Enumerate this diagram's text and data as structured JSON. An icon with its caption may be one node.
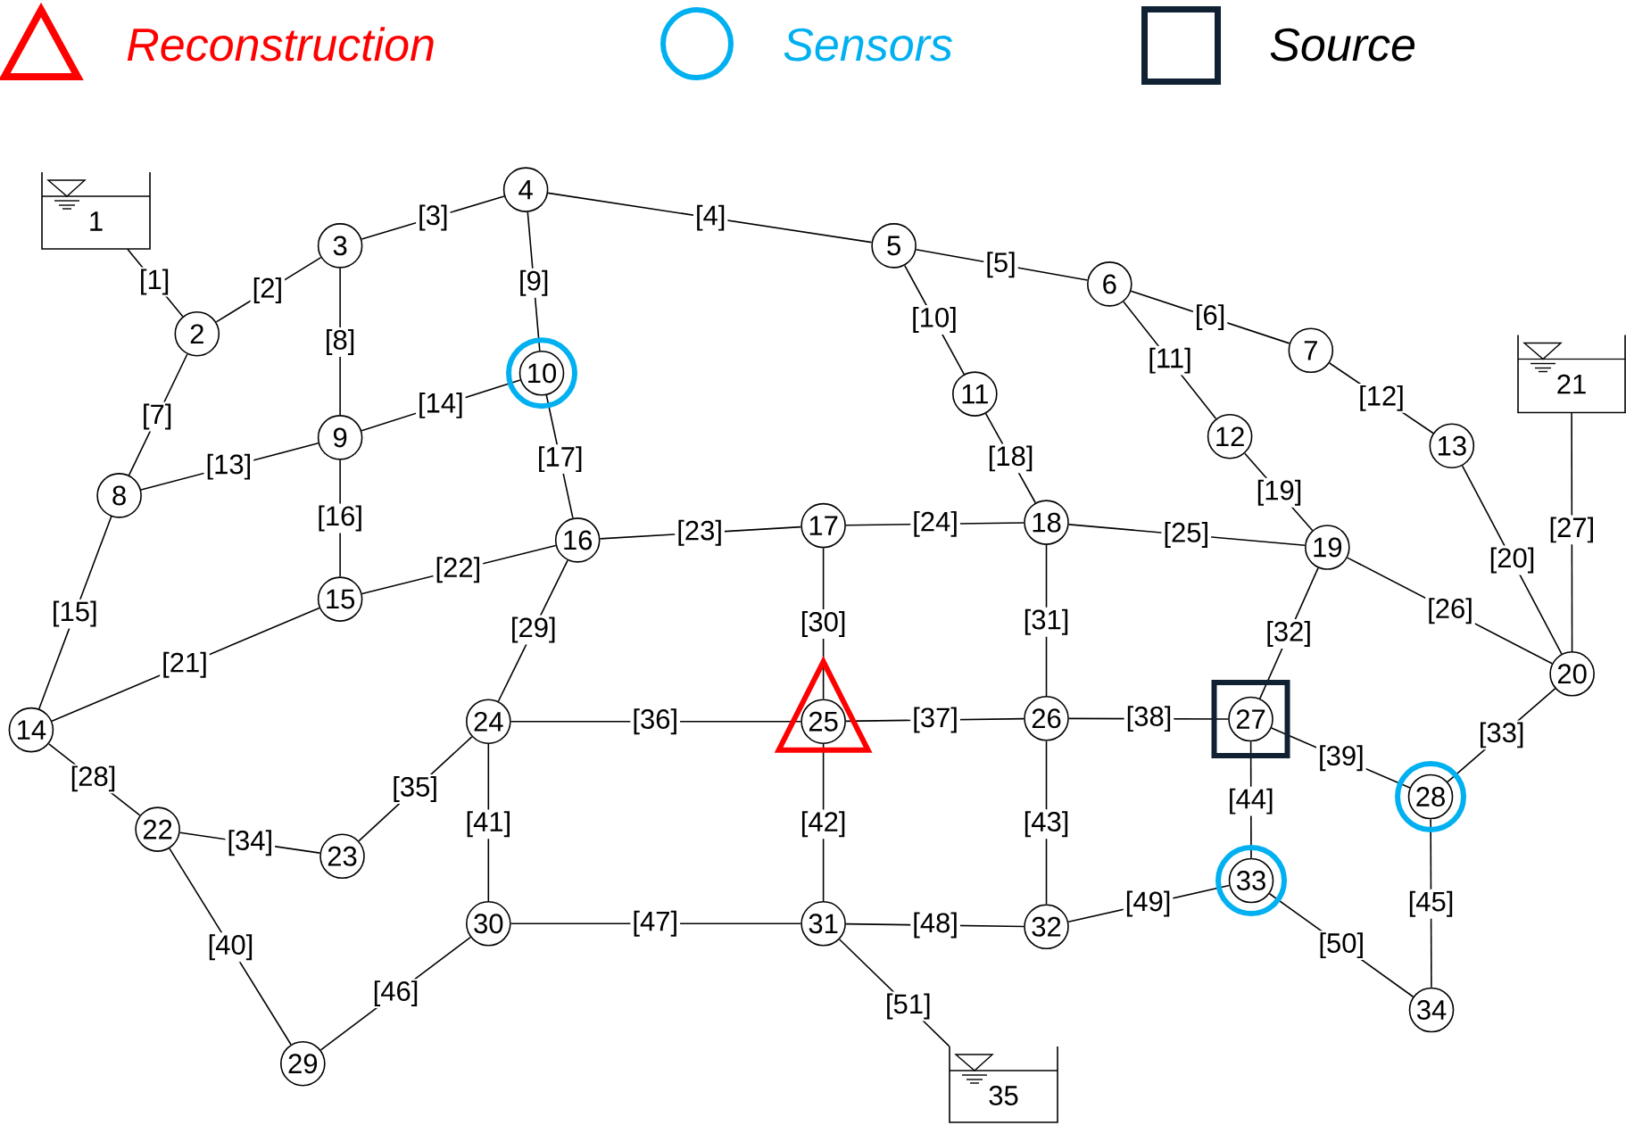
{
  "diagram": {
    "nodes": [
      {
        "text": [
          "1"
        ]
      },
      {
        "text": [
          "2"
        ]
      },
      {
        "text": [
          "3"
        ]
      },
      {
        "text": [
          "4"
        ]
      },
      {
        "text": [
          "5"
        ]
      },
      {
        "text": [
          "6"
        ]
      },
      {
        "text": [
          "7"
        ]
      },
      {
        "text": [
          "8"
        ]
      },
      {
        "text": [
          "9"
        ]
      },
      {
        "text": [
          "10"
        ]
      },
      {
        "text": [
          "11"
        ]
      },
      {
        "text": [
          "12"
        ]
      },
      {
        "text": [
          "13"
        ]
      },
      {
        "text": [
          "14"
        ]
      },
      {
        "text": [
          "15"
        ]
      },
      {
        "text": [
          "16"
        ]
      },
      {
        "text": [
          "17"
        ]
      },
      {
        "text": [
          "18"
        ]
      },
      {
        "text": [
          "19"
        ]
      },
      {
        "text": [
          "20"
        ]
      },
      {
        "text": [
          "21"
        ]
      },
      {
        "text": [
          "22"
        ]
      },
      {
        "text": [
          "23"
        ]
      },
      {
        "text": [
          "24"
        ]
      },
      {
        "text": [
          "25"
        ]
      },
      {
        "text": [
          "26"
        ]
      },
      {
        "text": [
          "27"
        ]
      },
      {
        "text": [
          "28"
        ]
      },
      {
        "text": [
          "29"
        ]
      },
      {
        "text": [
          "30"
        ]
      },
      {
        "text": [
          "31"
        ]
      },
      {
        "text": [
          "32"
        ]
      },
      {
        "text": [
          "33"
        ]
      },
      {
        "text": [
          "34"
        ]
      },
      {
        "text": [
          "35"
        ]
      }
    ],
    "edges": [
      {
        "from": 0,
        "to": 1,
        "arrow": "none",
        "label": "[1]"
      },
      {
        "from": 1,
        "to": 2,
        "arrow": "none",
        "label": "[2]"
      },
      {
        "from": 2,
        "to": 3,
        "arrow": "none",
        "label": "[3]"
      },
      {
        "from": 3,
        "to": 4,
        "arrow": "none",
        "label": "[4]"
      },
      {
        "from": 4,
        "to": 5,
        "arrow": "none",
        "label": "[5]"
      },
      {
        "from": 5,
        "to": 6,
        "arrow": "none",
        "label": "[6]"
      },
      {
        "from": 1,
        "to": 7,
        "arrow": "none",
        "label": "[7]"
      },
      {
        "from": 2,
        "to": 8,
        "arrow": "none",
        "label": "[8]"
      },
      {
        "from": 3,
        "to": 9,
        "arrow": "none",
        "label": "[9]"
      },
      {
        "from": 4,
        "to": 10,
        "arrow": "none",
        "label": "[10]"
      },
      {
        "from": 5,
        "to": 11,
        "arrow": "none",
        "label": "[11]"
      },
      {
        "from": 6,
        "to": 12,
        "arrow": "none",
        "label": "[12]"
      },
      {
        "from": 7,
        "to": 8,
        "arrow": "none",
        "label": "[13]"
      },
      {
        "from": 8,
        "to": 9,
        "arrow": "none",
        "label": "[14]"
      },
      {
        "from": 7,
        "to": 13,
        "arrow": "none",
        "label": "[15]"
      },
      {
        "from": 8,
        "to": 14,
        "arrow": "none",
        "label": "[16]"
      },
      {
        "from": 9,
        "to": 15,
        "arrow": "none",
        "label": "[17]"
      },
      {
        "from": 10,
        "to": 17,
        "arrow": "none",
        "label": "[18]"
      },
      {
        "from": 11,
        "to": 18,
        "arrow": "none",
        "label": "[19]"
      },
      {
        "from": 12,
        "to": 19,
        "arrow": "none",
        "label": "[20]"
      },
      {
        "from": 13,
        "to": 14,
        "arrow": "none",
        "label": "[21]"
      },
      {
        "from": 14,
        "to": 15,
        "arrow": "none",
        "label": "[22]"
      },
      {
        "from": 15,
        "to": 16,
        "arrow": "none",
        "label": "[23]"
      },
      {
        "from": 16,
        "to": 17,
        "arrow": "none",
        "label": "[24]"
      },
      {
        "from": 17,
        "to": 18,
        "arrow": "none",
        "label": "[25]"
      },
      {
        "from": 18,
        "to": 19,
        "arrow": "none",
        "label": "[26]"
      },
      {
        "from": 20,
        "to": 19,
        "arrow": "none",
        "label": "[27]"
      },
      {
        "from": 13,
        "to": 21,
        "arrow": "none",
        "label": "[28]"
      },
      {
        "from": 15,
        "to": 23,
        "arrow": "none",
        "label": "[29]"
      },
      {
        "from": 16,
        "to": 24,
        "arrow": "none",
        "label": "[30]"
      },
      {
        "from": 17,
        "to": 25,
        "arrow": "none",
        "label": "[31]"
      },
      {
        "from": 18,
        "to": 26,
        "arrow": "none",
        "label": "[32]"
      },
      {
        "from": 19,
        "to": 27,
        "arrow": "none",
        "label": "[33]"
      },
      {
        "from": 21,
        "to": 22,
        "arrow": "none",
        "label": "[34]"
      },
      {
        "from": 22,
        "to": 23,
        "arrow": "none",
        "label": "[35]"
      },
      {
        "from": 23,
        "to": 24,
        "arrow": "none",
        "label": "[36]"
      },
      {
        "from": 24,
        "to": 25,
        "arrow": "none",
        "label": "[37]"
      },
      {
        "from": 25,
        "to": 26,
        "arrow": "none",
        "label": "[38]"
      },
      {
        "from": 26,
        "to": 27,
        "arrow": "none",
        "label": "[39]"
      },
      {
        "from": 21,
        "to": 28,
        "arrow": "none",
        "label": "[40]"
      },
      {
        "from": 23,
        "to": 29,
        "arrow": "none",
        "label": "[41]"
      },
      {
        "from": 24,
        "to": 30,
        "arrow": "none",
        "label": "[42]"
      },
      {
        "from": 25,
        "to": 31,
        "arrow": "none",
        "label": "[43]"
      },
      {
        "from": 26,
        "to": 32,
        "arrow": "none",
        "label": "[44]"
      },
      {
        "from": 27,
        "to": 33,
        "arrow": "none",
        "label": "[45]"
      },
      {
        "from": 28,
        "to": 29,
        "arrow": "none",
        "label": "[46]"
      },
      {
        "from": 29,
        "to": 30,
        "arrow": "none",
        "label": "[47]"
      },
      {
        "from": 30,
        "to": 31,
        "arrow": "none",
        "label": "[48]"
      },
      {
        "from": 31,
        "to": 32,
        "arrow": "none",
        "label": "[49]"
      },
      {
        "from": 32,
        "to": 33,
        "arrow": "none",
        "label": "[50]"
      },
      {
        "from": 30,
        "to": 34,
        "arrow": "none",
        "label": "[51]"
      }
    ],
    "legend": [
      {
        "text": "Reconstruction"
      },
      {
        "text": "Sensors"
      },
      {
        "text": "Source"
      }
    ]
  }
}
